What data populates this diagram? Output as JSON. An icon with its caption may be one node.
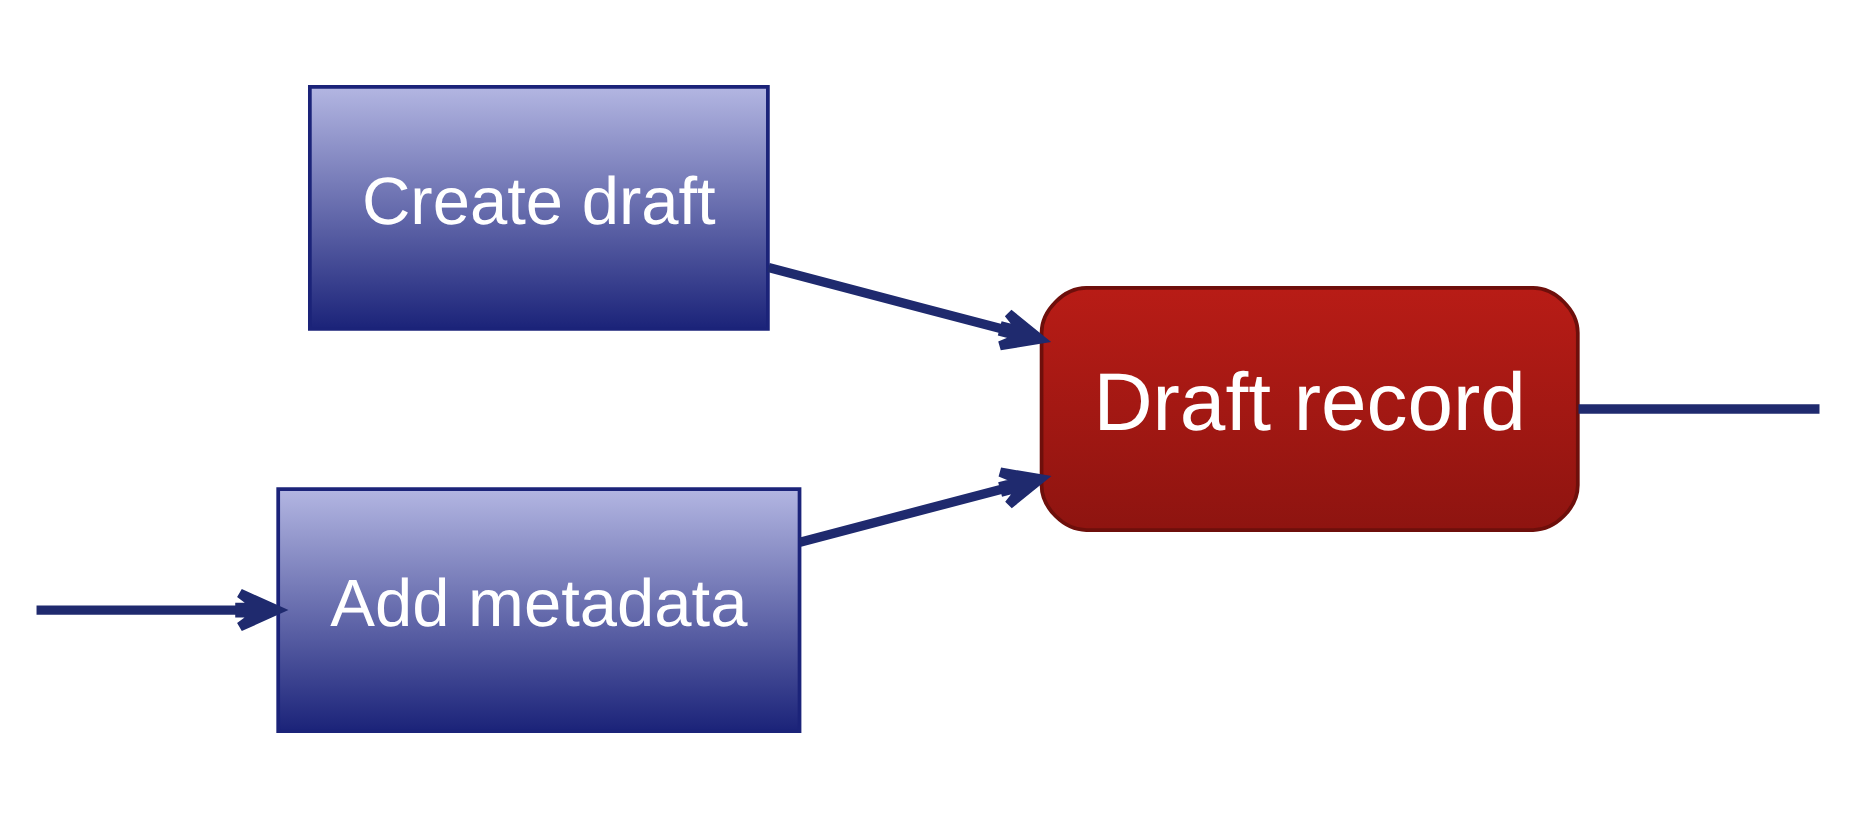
{
  "diagram": {
    "nodes": [
      {
        "text": [
          "Create draft"
        ]
      },
      {
        "text": [
          "Draft record"
        ]
      },
      {
        "text": [
          "Add metadata"
        ]
      }
    ],
    "edges": [
      {
        "from": 0,
        "to": 1,
        "arrow": "to"
      },
      {
        "from": 1,
        "to": null,
        "arrow": "none"
      },
      {
        "from": 2,
        "to": 1,
        "arrow": "to"
      },
      {
        "from": null,
        "to": 2,
        "arrow": "to"
      }
    ]
  }
}
